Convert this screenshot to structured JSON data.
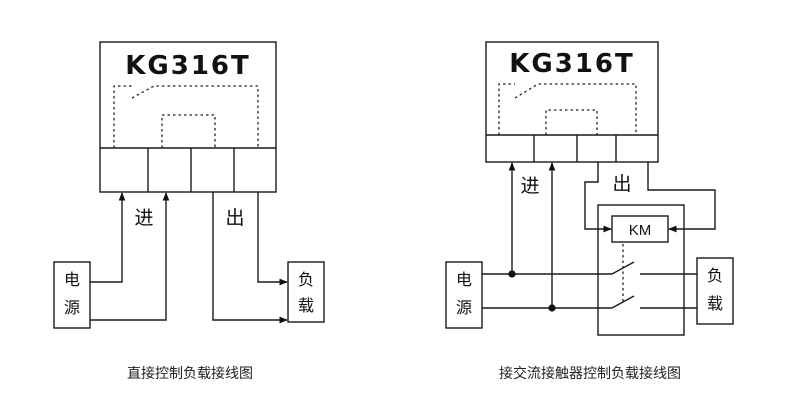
{
  "left": {
    "model": "KG316T",
    "label_in": "进",
    "label_out": "出",
    "power": [
      "电",
      "源"
    ],
    "load": [
      "负",
      "载"
    ],
    "caption": "直接控制负载接线图"
  },
  "right": {
    "model": "KG316T",
    "label_in": "进",
    "label_out": "出",
    "power": [
      "电",
      "源"
    ],
    "load": [
      "负",
      "载"
    ],
    "contactor": "KM",
    "caption": "接交流接触器控制负载接线图"
  }
}
